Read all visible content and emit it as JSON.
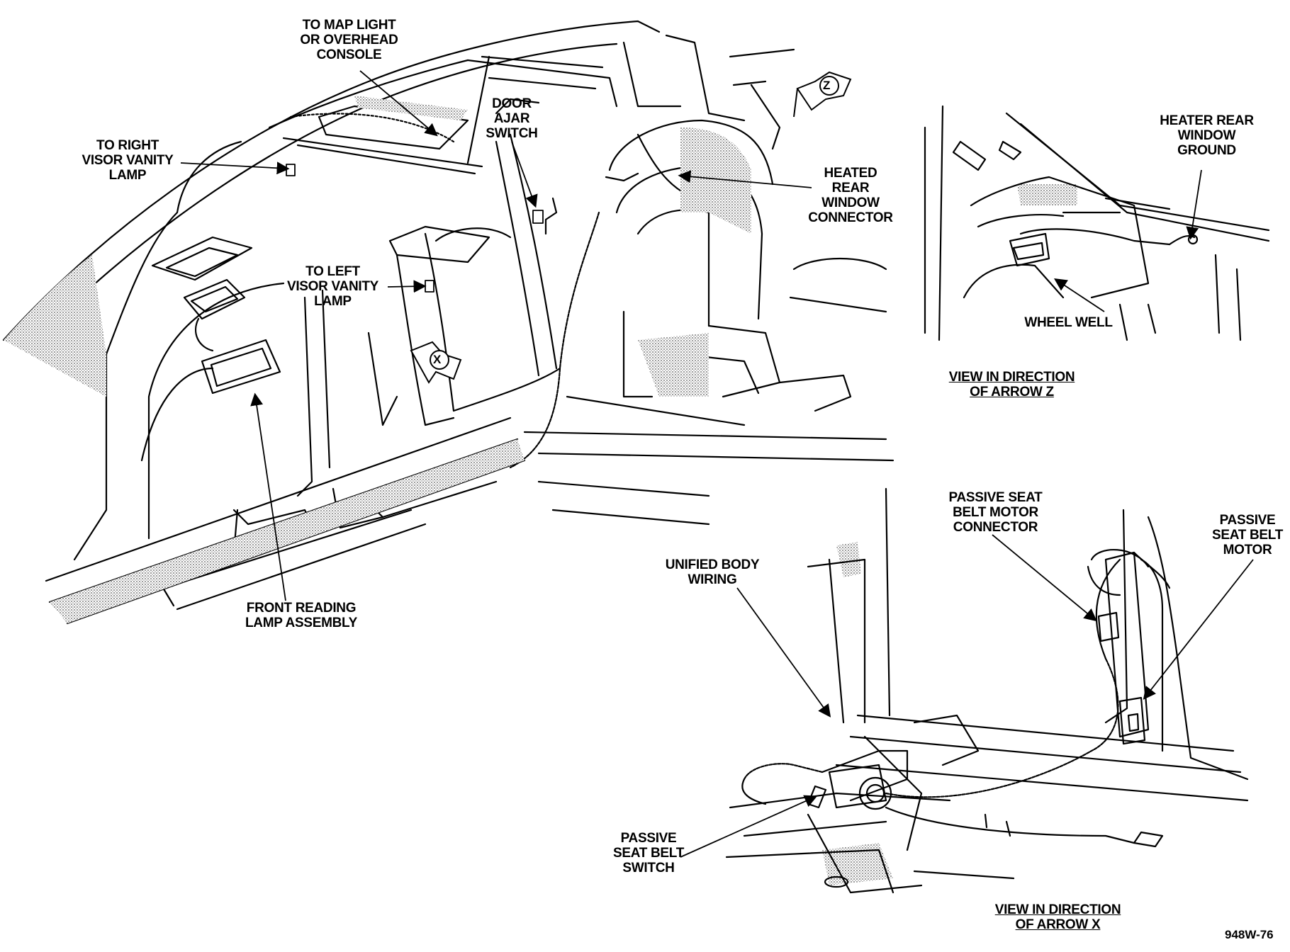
{
  "callouts": {
    "map_light": "TO MAP LIGHT\nOR OVERHEAD\nCONSOLE",
    "right_visor": "TO RIGHT\nVISOR VANITY\nLAMP",
    "door_ajar": "DOOR\nAJAR\nSWITCH",
    "heated_connector": "HEATED\nREAR\nWINDOW\nCONNECTOR",
    "left_visor": "TO LEFT\nVISOR VANITY\nLAMP",
    "reading_lamp": "FRONT READING\nLAMP ASSEMBLY",
    "heater_ground": "HEATER REAR\nWINDOW\nGROUND",
    "wheel_well": "WHEEL WELL",
    "motor_connector": "PASSIVE SEAT\nBELT MOTOR\nCONNECTOR",
    "belt_motor": "PASSIVE\nSEAT BELT\nMOTOR",
    "unified_wiring": "UNIFIED BODY\nWIRING",
    "belt_switch": "PASSIVE\nSEAT BELT\nSWITCH"
  },
  "captions": {
    "view_z": "VIEW IN DIRECTION\nOF ARROW Z",
    "view_x": "VIEW IN DIRECTION\nOF ARROW X"
  },
  "markers": {
    "arrow_z": "Z",
    "arrow_x": "X"
  },
  "figure_code": "948W-76",
  "colors": {
    "ink": "#000000",
    "paper": "#ffffff",
    "stipple": "#9a9a9a"
  }
}
